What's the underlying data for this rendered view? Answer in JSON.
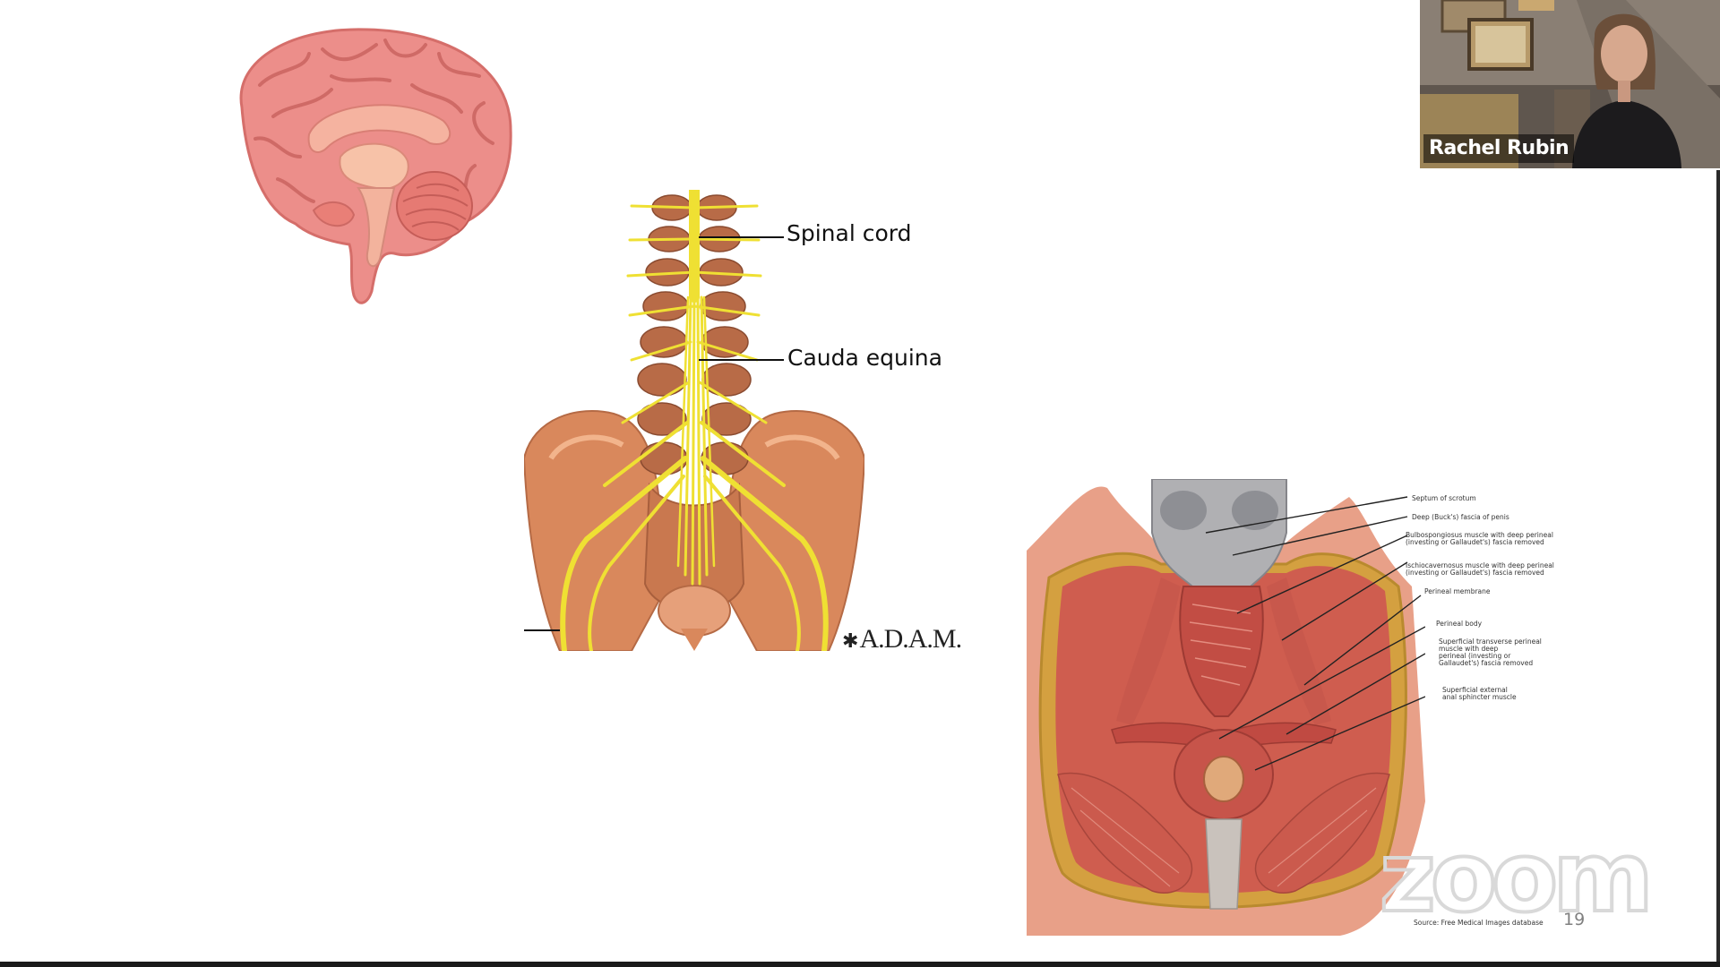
{
  "meeting": {
    "participant_name": "Rachel Rubin"
  },
  "slide": {
    "page_number": "19",
    "spine_labels": {
      "spinal_cord": "Spinal cord",
      "cauda_equina": "Cauda equina"
    },
    "adam_logo": "A.D.A.M.",
    "perineum_labels": [
      "Septum of scrotum",
      "Deep (Buck's) fascia of penis",
      "Bulbospongiosus muscle with deep perineal",
      "(investing or Gallaudet's) fascia removed",
      "Ischiocavernosus muscle with deep perineal",
      "(investing or Gallaudet's) fascia removed",
      "Perineal membrane",
      "Perineal body",
      "Superficial transverse perineal",
      "muscle with deep",
      "perineal (investing or",
      "Gallaudet's) fascia removed",
      "Superficial external",
      "anal sphincter muscle"
    ],
    "source_note": "Source: Free Medical Images database"
  },
  "watermark": {
    "text": "zoom"
  },
  "colors": {
    "background": "#ffffff",
    "brain_pink": "#e98a86",
    "nerve_yellow": "#f0e233",
    "bone": "#d98a5e",
    "muscle": "#c8574c",
    "name_text": "#ffffff"
  },
  "icons": {
    "brain": "brain-illustration",
    "spine": "spine-illustration",
    "perineum": "perineum-illustration"
  }
}
